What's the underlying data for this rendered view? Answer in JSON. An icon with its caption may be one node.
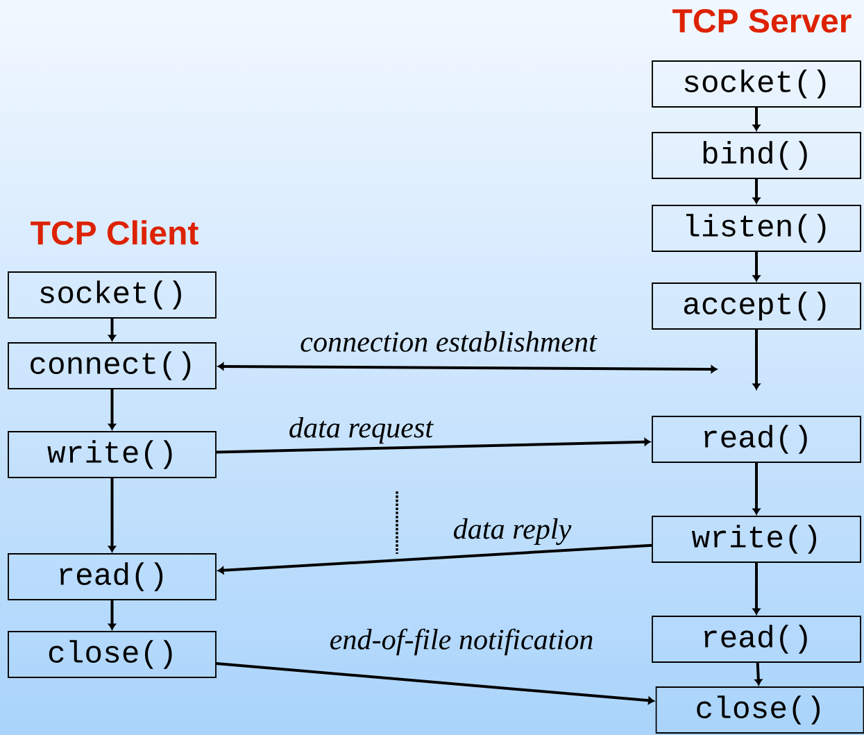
{
  "diagram": {
    "nodes": [
      {
        "text": [
          "socket()"
        ]
      },
      {
        "text": [
          "connect()"
        ]
      },
      {
        "text": [
          "write()"
        ]
      },
      {
        "text": [
          "read()"
        ]
      },
      {
        "text": [
          "close()"
        ]
      },
      {
        "text": [
          "socket()"
        ]
      },
      {
        "text": [
          "bind()"
        ]
      },
      {
        "text": [
          "listen()"
        ]
      },
      {
        "text": [
          "accept()"
        ]
      },
      {
        "text": [
          "read()"
        ]
      },
      {
        "text": [
          "write()"
        ]
      },
      {
        "text": [
          "read()"
        ]
      },
      {
        "text": [
          "close()"
        ]
      }
    ],
    "edges": [
      {
        "from": 0,
        "to": 1,
        "arrow": "to"
      },
      {
        "from": 1,
        "to": 2,
        "arrow": "to"
      },
      {
        "from": 2,
        "to": 3,
        "arrow": "to"
      },
      {
        "from": 3,
        "to": 4,
        "arrow": "to"
      },
      {
        "from": 5,
        "to": 6,
        "arrow": "to"
      },
      {
        "from": 6,
        "to": 7,
        "arrow": "to"
      },
      {
        "from": 7,
        "to": 8,
        "arrow": "to"
      },
      {
        "from": 8,
        "to": null,
        "arrow": "to"
      },
      {
        "from": 1,
        "to": null,
        "arrow": "both",
        "label": "connection establishment"
      },
      {
        "from": 2,
        "to": 9,
        "arrow": "to",
        "label": "data request"
      },
      {
        "from": 9,
        "to": 10,
        "arrow": "to"
      },
      {
        "from": 10,
        "to": 3,
        "arrow": "to",
        "label": "data reply"
      },
      {
        "from": 10,
        "to": 11,
        "arrow": "to"
      },
      {
        "from": 11,
        "to": 12,
        "arrow": "to"
      },
      {
        "from": 4,
        "to": 12,
        "arrow": "to",
        "label": "end-of-file notification"
      }
    ],
    "labels": [
      "TCP Server",
      "TCP Client"
    ]
  }
}
